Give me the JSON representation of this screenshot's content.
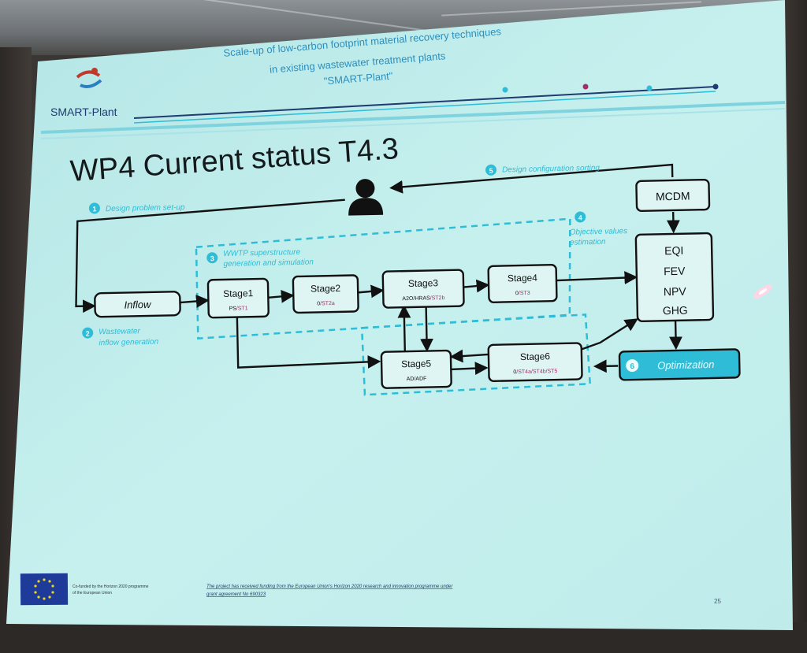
{
  "header": {
    "logo_text": "SMART-Plant",
    "title_line1": "Scale-up of low-carbon footprint material recovery techniques",
    "title_line2": "in existing wastewater treatment plants",
    "title_line3": "\"SMART-Plant\""
  },
  "slide": {
    "title": "WP4 Current status T4.3",
    "page_number": "25"
  },
  "diagram": {
    "steps": {
      "s1": {
        "num": "1",
        "label": "Design problem set-up"
      },
      "s2": {
        "num": "2",
        "label_line1": "Wastewater",
        "label_line2": "inflow generation"
      },
      "s3": {
        "num": "3",
        "label_line1": "WWTP superstructure",
        "label_line2": "generation and simulation"
      },
      "s4": {
        "num": "4",
        "label_line1": "Objective values",
        "label_line2": "estimation"
      },
      "s5": {
        "num": "5",
        "label": "Design configuration sorting"
      },
      "s6": {
        "num": "6",
        "label": "Optimization"
      }
    },
    "nodes": {
      "inflow": {
        "label": "Inflow"
      },
      "stage1": {
        "label": "Stage1",
        "sub_a": "PS",
        "sub_b": "/ST1"
      },
      "stage2": {
        "label": "Stage2",
        "sub_a": "0",
        "sub_b": "/ST2a"
      },
      "stage3": {
        "label": "Stage3",
        "sub_a": "A2O/HRAS",
        "sub_b": "/ST2b"
      },
      "stage4": {
        "label": "Stage4",
        "sub_a": "0",
        "sub_b": "/ST3"
      },
      "stage5": {
        "label": "Stage5",
        "sub_a": "AD/ADF",
        "sub_b": ""
      },
      "stage6": {
        "label": "Stage6",
        "sub_a": "0",
        "sub_b": "/ST4a/ST4b/ST5"
      },
      "mcdm": {
        "label": "MCDM"
      },
      "objectives": [
        "EQI",
        "FEV",
        "NPV",
        "GHG"
      ]
    }
  },
  "footer": {
    "eu_text_line1": "Co-funded by the Horizon 2020 programme",
    "eu_text_line2": "of the European Union",
    "funding_line1": "The project has received funding from the European Union's Horizon 2020 research and innovation programme under",
    "funding_line2": "grant agreement No 690323"
  },
  "colors": {
    "screen": "#c2eeec",
    "accent_cyan": "#2fbcd6",
    "title": "#141a1c",
    "box_fill": "#dff5f4",
    "magenta": "#a0306a",
    "navy": "#1f3b70"
  }
}
